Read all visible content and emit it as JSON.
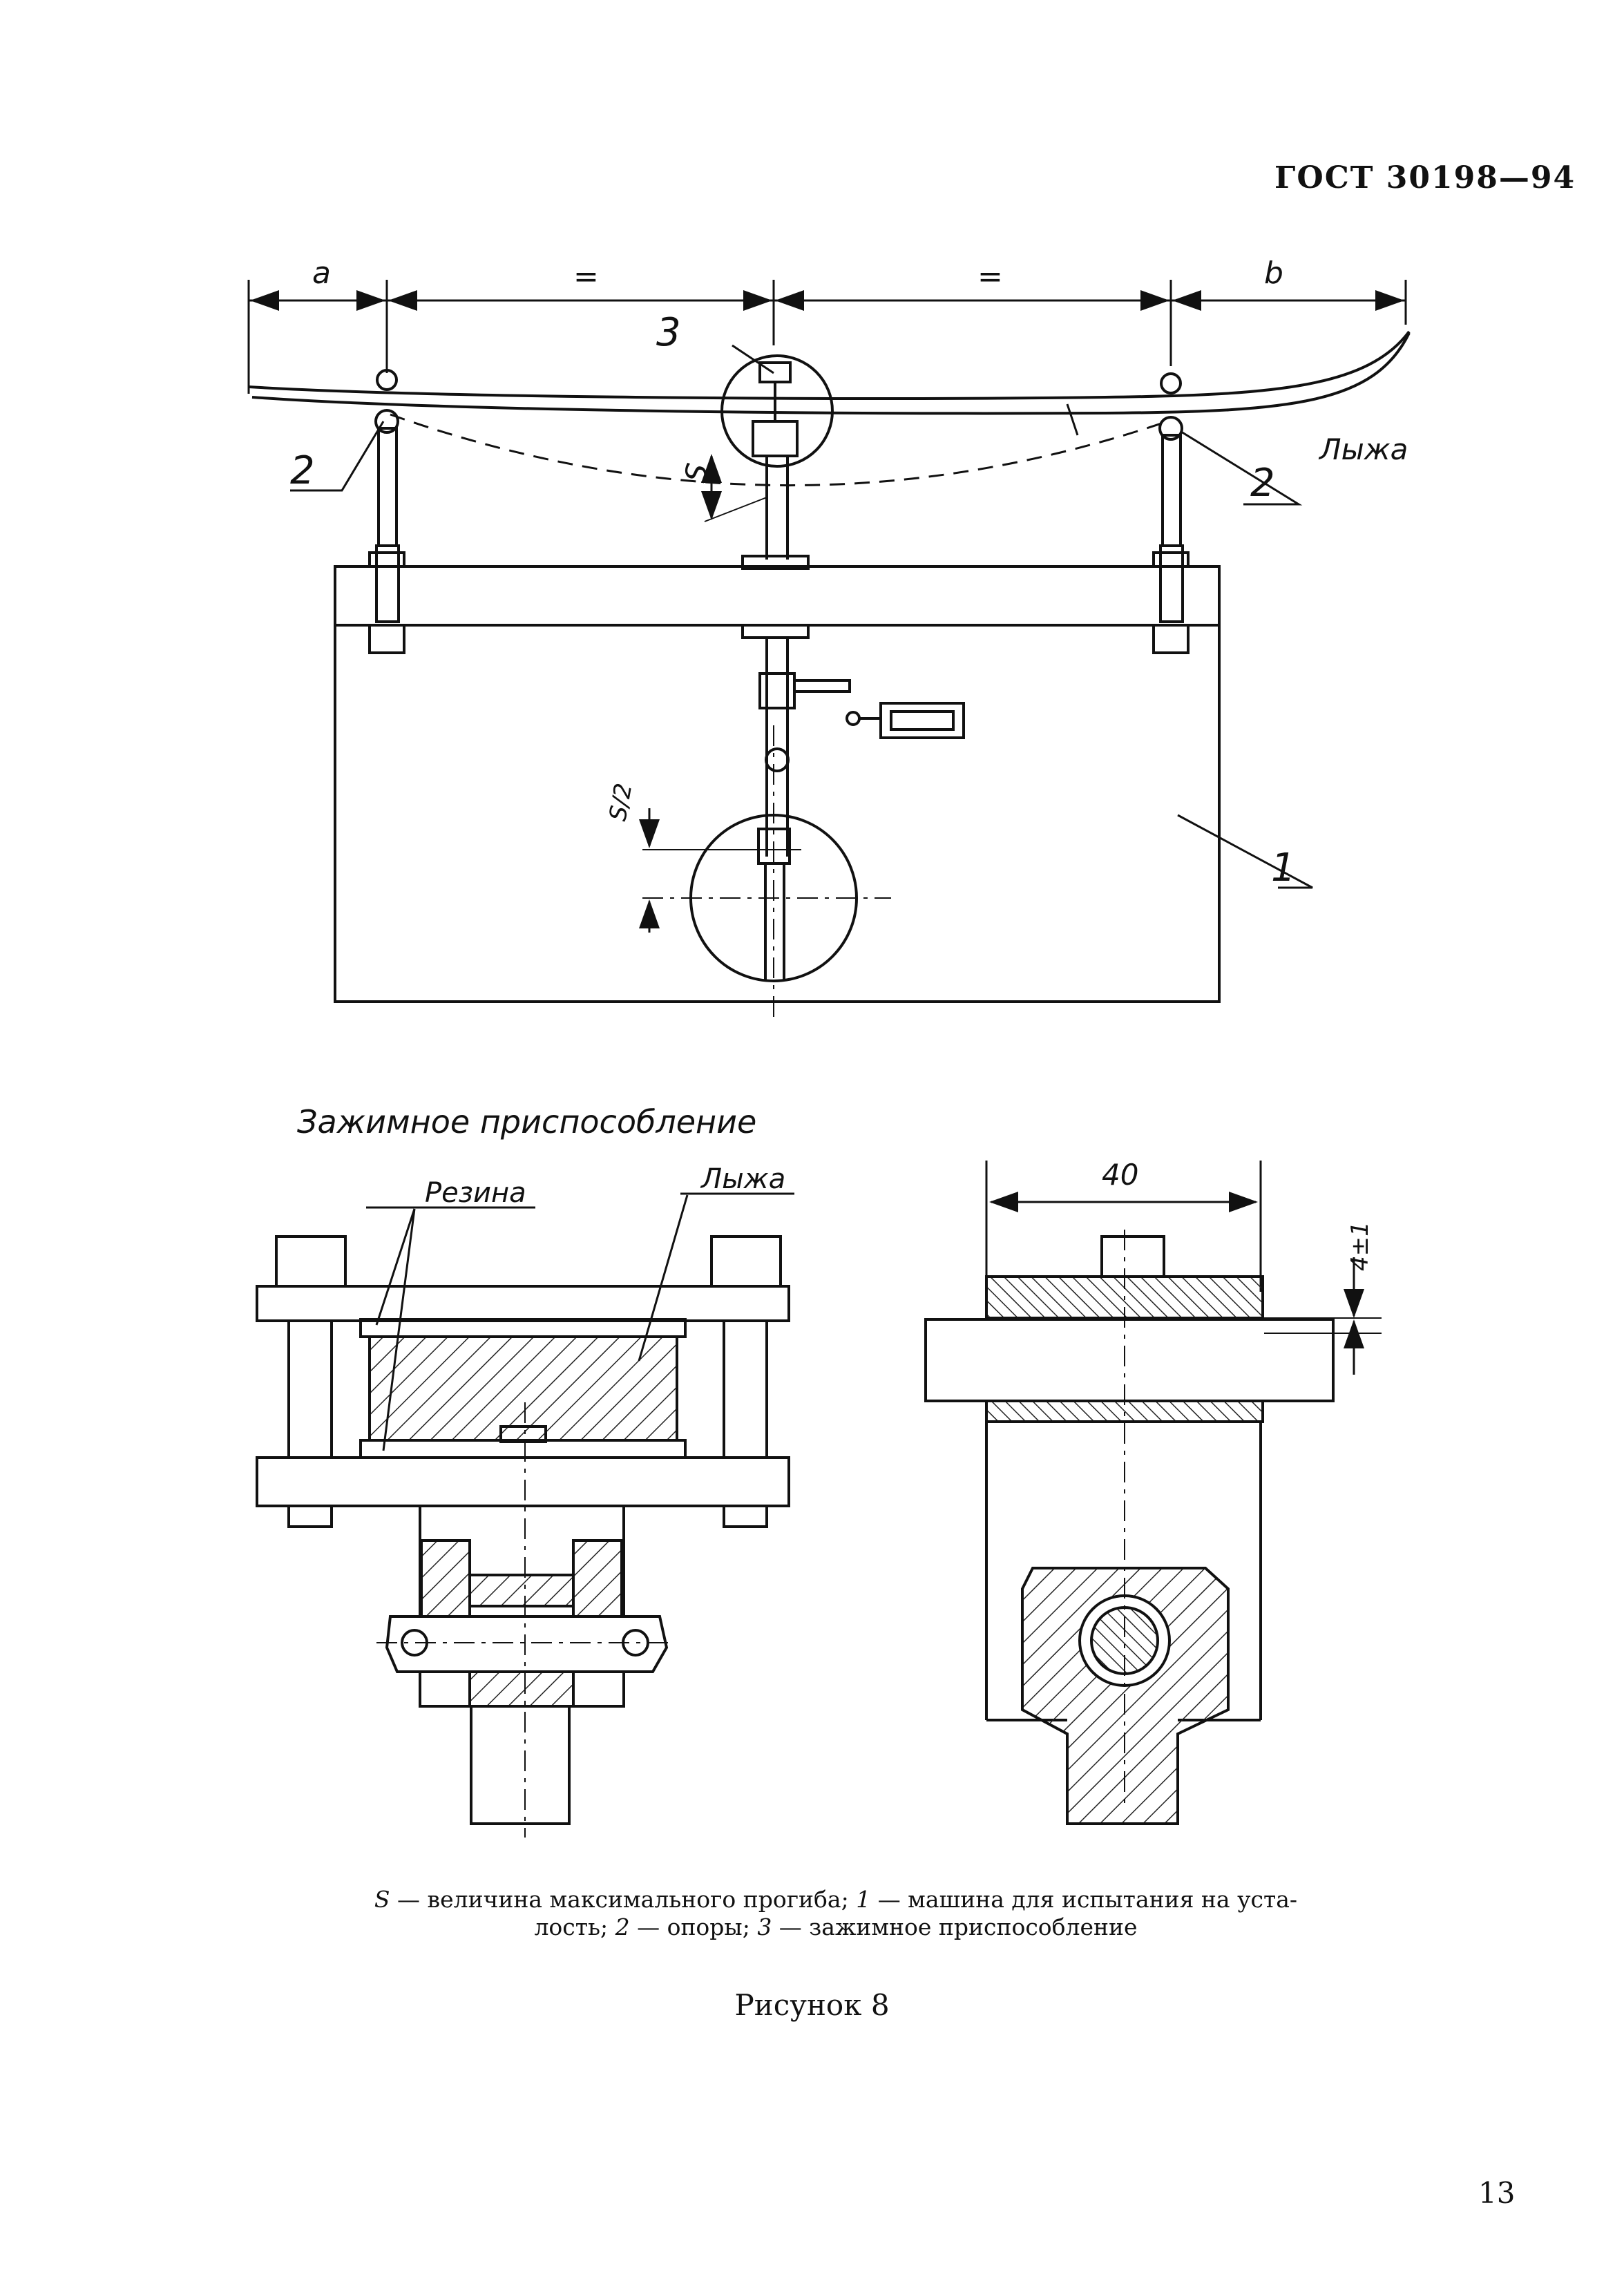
{
  "header": {
    "doc_code": "ГОСТ 30198—94"
  },
  "figure": {
    "dimensions": {
      "a": "a",
      "equal_left": "=",
      "equal_right": "=",
      "b": "b",
      "s": "S",
      "s_half": "S/2",
      "width_40": "40",
      "gap_4": "4±1"
    },
    "callouts": {
      "c1": "1",
      "c2_left": "2",
      "c2_right": "2",
      "c3": "3",
      "ski_top": "Лыжа",
      "ski_clamp": "Лыжа",
      "rubber": "Резина"
    },
    "clamp_title": "Зажимное приспособление"
  },
  "caption": {
    "s_symbol": "S",
    "s_text": " — величина максимального прогиба; ",
    "n1": "1",
    "n1_text": " — машина для испытания на уста-",
    "line2_pre": "лость; ",
    "n2": "2",
    "n2_text": " — опоры; ",
    "n3": "3",
    "n3_text": " — зажимное приспособление"
  },
  "figure_title": "Рисунок 8",
  "page_number": "13"
}
